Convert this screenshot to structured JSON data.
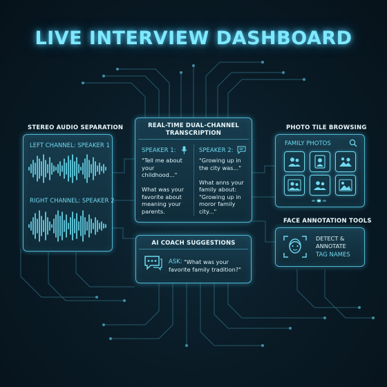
{
  "dashboard": {
    "title": "LIVE INTERVIEW DASHBOARD"
  },
  "audio": {
    "heading": "STEREO AUDIO SEPARATION",
    "left_label": "LEFT CHANNEL: SPEAKER 1",
    "right_label": "RIGHT CHANNEL: SPEAKER 2"
  },
  "transcription": {
    "heading_line1": "REAL-TIME DUAL-CHANNEL",
    "heading_line2": "TRANSCRIPTION",
    "speaker1_label": "SPEAKER 1:",
    "speaker2_label": "SPEAKER 2:",
    "speaker1_lines": [
      "\"Tell me about",
      "your childhood...\"",
      "",
      "What was your",
      "favorite about",
      "meaning your",
      "parents."
    ],
    "speaker2_lines": [
      "\"Growing up in",
      "the city was...\"",
      "",
      "What anns your",
      "family  about:",
      "\"Growing up in",
      "moror family",
      "city...\""
    ]
  },
  "photos": {
    "heading": "PHOTO TILE BROWSING",
    "folder_label": "FAMILY PHOTOS"
  },
  "faces": {
    "heading": "FACE ANNOTATION TOOLS",
    "line1": "DETECT &",
    "line2": "ANNOTATE",
    "line3": "TAG NAMES"
  },
  "coach": {
    "heading": "AI COACH SUGGESTIONS",
    "ask_label": "ASK:",
    "ask_line1": "\"What was your",
    "ask_line2": "favorite family tradition?\""
  },
  "colors": {
    "accent": "#6fd8ef",
    "glow": "#7fe9ff",
    "panel_border": "#4fb8d4",
    "background": "#0a1c27"
  },
  "icons": [
    "microphone-icon",
    "chat-bubble-icon",
    "search-icon",
    "family-photo-icon",
    "face-scan-icon",
    "coach-chat-icon"
  ]
}
